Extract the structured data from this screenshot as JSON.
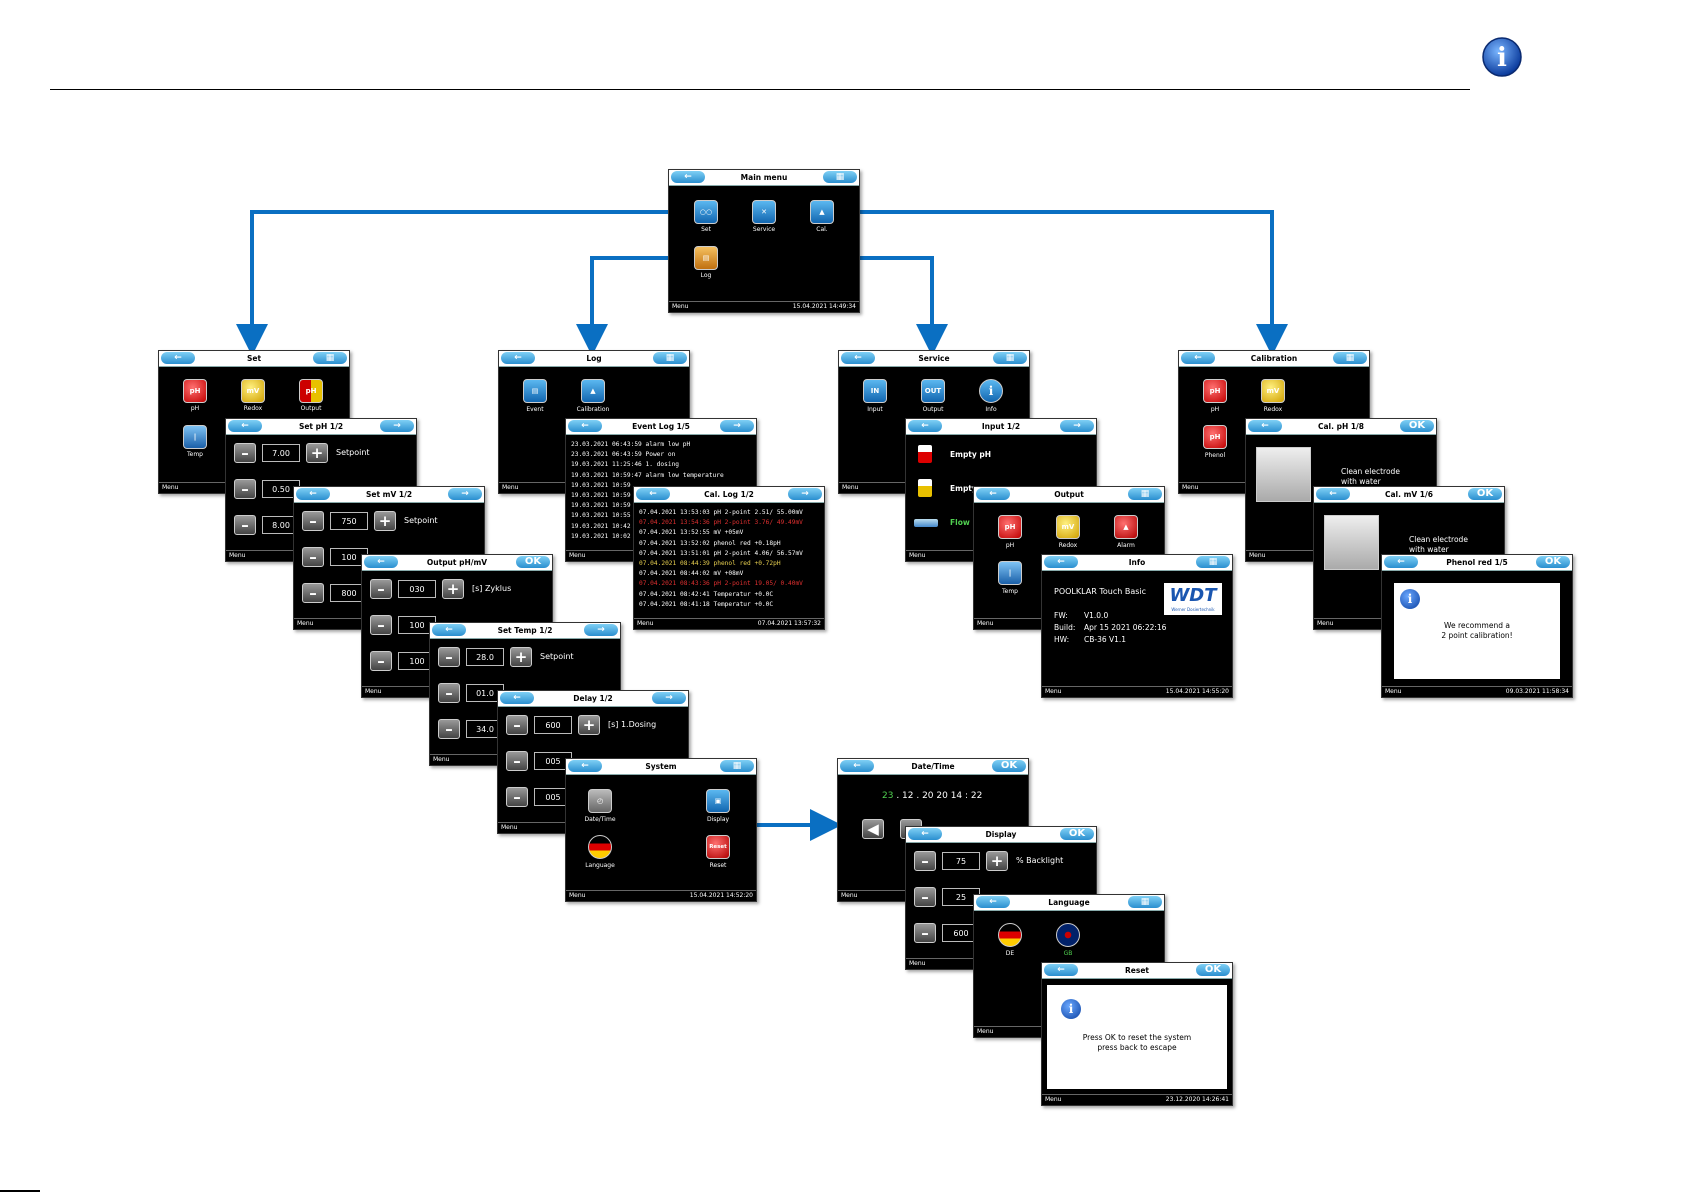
{
  "diagram": {
    "info_badge": "i",
    "main_menu": {
      "title": "Main menu",
      "items": [
        "Set",
        "Service",
        "Cal.",
        "Log"
      ],
      "status_left": "Menu",
      "status_right": "15.04.2021 14:49:34"
    },
    "set": {
      "title": "Set",
      "items": [
        "pH",
        "Redox",
        "Output",
        "Temp"
      ],
      "output_icon_text": "pH",
      "status_left": "Menu"
    },
    "set_ph": {
      "title": "Set pH 1/2",
      "v1": "7.00",
      "v2": "0.50",
      "v3": "8.00",
      "label": "Setpoint",
      "status_left": "Menu"
    },
    "set_mv": {
      "title": "Set mV 1/2",
      "v1": "750",
      "v2": "100",
      "v3": "800",
      "label": "Setpoint",
      "status_left": "Menu"
    },
    "output_phmv": {
      "title": "Output pH/mV",
      "v1": "030",
      "v2": "100",
      "v3": "100",
      "label": "[s] Zyklus",
      "ok": "OK",
      "status_left": "Menu"
    },
    "set_temp": {
      "title": "Set Temp 1/2",
      "v1": "28.0",
      "v2": "01.0",
      "v3": "34.0",
      "label": "Setpoint",
      "status_left": "Menu"
    },
    "delay": {
      "title": "Delay 1/2",
      "v1": "600",
      "v2": "005",
      "v3": "005",
      "label": "[s] 1.Dosing",
      "status_left": "Menu"
    },
    "system": {
      "title": "System",
      "items": [
        "Date/Time",
        "Display",
        "Language",
        "Reset"
      ],
      "reset_icon_text": "Reset",
      "status_left": "Menu",
      "status_right": "15.04.2021 14:52:20"
    },
    "log": {
      "title": "Log",
      "items": [
        "Event",
        "Calibration"
      ],
      "status_left": "Menu"
    },
    "event_log": {
      "title": "Event Log 1/5",
      "lines": [
        "23.03.2021 06:43:59  alarm low pH",
        "23.03.2021 06:43:59  Power on",
        "19.03.2021 11:25:46  1. dosing",
        "19.03.2021 10:59:47  alarm low temperature",
        "19.03.2021 10:59",
        "19.03.2021 10:59",
        "19.03.2021 10:59",
        "19.03.2021 10:55",
        "19.03.2021 10:42",
        "19.03.2021 10:02"
      ],
      "status_left": "Menu"
    },
    "cal_log": {
      "title": "Cal. Log 1/2",
      "lines": [
        {
          "t": "07.04.2021 13:53:03  pH 2-point    2.51/  55.00mV",
          "c": "white"
        },
        {
          "t": "07.04.2021 13:54:36  pH 2-point    3.76/  49.49mV",
          "c": "red"
        },
        {
          "t": "07.04.2021 13:52:55  mV +05mV",
          "c": "white"
        },
        {
          "t": "07.04.2021 13:52:02  phenol red +0.18pH",
          "c": "white"
        },
        {
          "t": "07.04.2021 13:51:01  pH 2-point    4.06/  56.57mV",
          "c": "white"
        },
        {
          "t": "07.04.2021 08:44:39  phenol red +0.72pH",
          "c": "yellow"
        },
        {
          "t": "07.04.2021 08:44:02  mV +08mV",
          "c": "white"
        },
        {
          "t": "07.04.2021 08:43:36  pH 2-point   19.05/   0.40mV",
          "c": "red"
        },
        {
          "t": "07.04.2021 08:42:41  Temperatur +0.0C",
          "c": "white"
        },
        {
          "t": "07.04.2021 08:41:18  Temperatur +0.0C",
          "c": "white"
        }
      ],
      "status_left": "Menu",
      "status_right": "07.04.2021 13:57:32"
    },
    "service": {
      "title": "Service",
      "items": [
        "Input",
        "Output",
        "Info"
      ],
      "input_icon_text": "IN",
      "output_icon_text": "OUT",
      "info_icon_text": "i",
      "status_left": "Menu"
    },
    "input": {
      "title": "Input 1/2",
      "rows": [
        "Empty pH",
        "Empty",
        "Flow"
      ],
      "status_left": "Menu"
    },
    "output": {
      "title": "Output",
      "items": [
        "pH",
        "Redox",
        "Alarm",
        "Temp"
      ],
      "status_left": "Menu"
    },
    "info": {
      "title": "Info",
      "product": "POOLKLAR Touch Basic",
      "fw_label": "FW:",
      "fw": "V1.0.0",
      "build_label": "Build:",
      "build": "Apr 15 2021 06:22:16",
      "hw_label": "HW:",
      "hw": "CB-36 V1.1",
      "logo": "WDT",
      "logo_sub": "Werner Dosiertechnik",
      "status_left": "Menu",
      "status_right": "15.04.2021 14:55:20"
    },
    "calibration": {
      "title": "Calibration",
      "items": [
        "pH",
        "Redox",
        "Phenol"
      ],
      "status_left": "Menu"
    },
    "cal_ph": {
      "title": "Cal. pH 1/8",
      "ok": "OK",
      "msg1": "Clean electrode",
      "msg2": "with water",
      "status_left": "Menu"
    },
    "cal_mv": {
      "title": "Cal. mV 1/6",
      "ok": "OK",
      "msg1": "Clean electrode",
      "msg2": "with water",
      "status_left": "Menu"
    },
    "phenol": {
      "title": "Phenol red 1/5",
      "ok": "OK",
      "msg1": "We recommend a",
      "msg2": "2 point calibration!",
      "status_left": "Menu",
      "status_right": "09.03.2021 11:58:34"
    },
    "datetime": {
      "title": "Date/Time",
      "ok": "OK",
      "day": "23",
      "rest": " . 12 . 20 20   14 : 22",
      "status_left": "Menu"
    },
    "display": {
      "title": "Display",
      "ok": "OK",
      "v1": "75",
      "v2": "25",
      "v3": "600",
      "label": "% Backlight",
      "status_left": "Menu"
    },
    "language": {
      "title": "Language",
      "items": [
        "DE",
        "GB"
      ],
      "status_left": "Menu"
    },
    "reset": {
      "title": "Reset",
      "ok": "OK",
      "msg1": "Press OK to reset the system",
      "msg2": "press back to escape",
      "status_left": "Menu",
      "status_right": "23.12.2020 14:26:41"
    },
    "colors": {
      "arrow": "#0a6fc2",
      "screen_bg": "#000000",
      "accent": "#2a8fcf"
    },
    "icons": {
      "back": "back-arrow-icon",
      "forward": "forward-arrow-icon",
      "grid": "grid-icon",
      "info": "info-icon"
    }
  }
}
